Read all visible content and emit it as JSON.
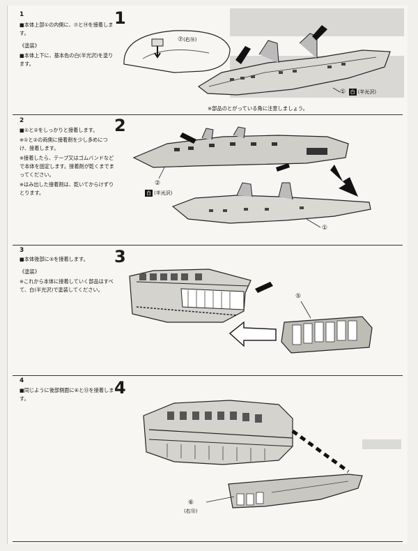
{
  "steps": [
    {
      "number": "1",
      "lines": [
        "■本体上部①の内側に、⑦と⑭を接着します。",
        "《塗装》",
        "■本体上下に、基本色の白(半光沢)を塗ります。"
      ],
      "callouts": {
        "part7": "⑦",
        "part7_alt": "(右⑭)",
        "part1": "①",
        "color_badge": "白",
        "finish": "(半光沢)"
      },
      "note": "※部品のとがっている角に注意しましょう。"
    },
    {
      "number": "2",
      "lines": [
        "■①と②をしっかりと接着します。",
        "※①と②の両側に接着剤を少し多めにつけ、接着します。",
        "※接着したら、テープ又はゴムバンドなどで本体を固定します。接着剤が乾くまでまってください。",
        "※はみ出した接着剤は、乾いてからけずりとります。"
      ],
      "callouts": {
        "part2": "②",
        "color_badge": "白",
        "finish": "(半光沢)",
        "part1": "①"
      }
    },
    {
      "number": "3",
      "lines": [
        "■本体後部に⑤を接着します。",
        "《塗装》",
        "※これから本体に接着していく部品はすべて、白(半光沢)で塗装してください。"
      ],
      "callouts": {
        "part5": "⑤"
      }
    },
    {
      "number": "4",
      "lines": [
        "■同じように後部側面に⑥と⑬を接着します。"
      ],
      "callouts": {
        "part6": "⑥",
        "part6_alt": "(右⑬)"
      }
    }
  ]
}
